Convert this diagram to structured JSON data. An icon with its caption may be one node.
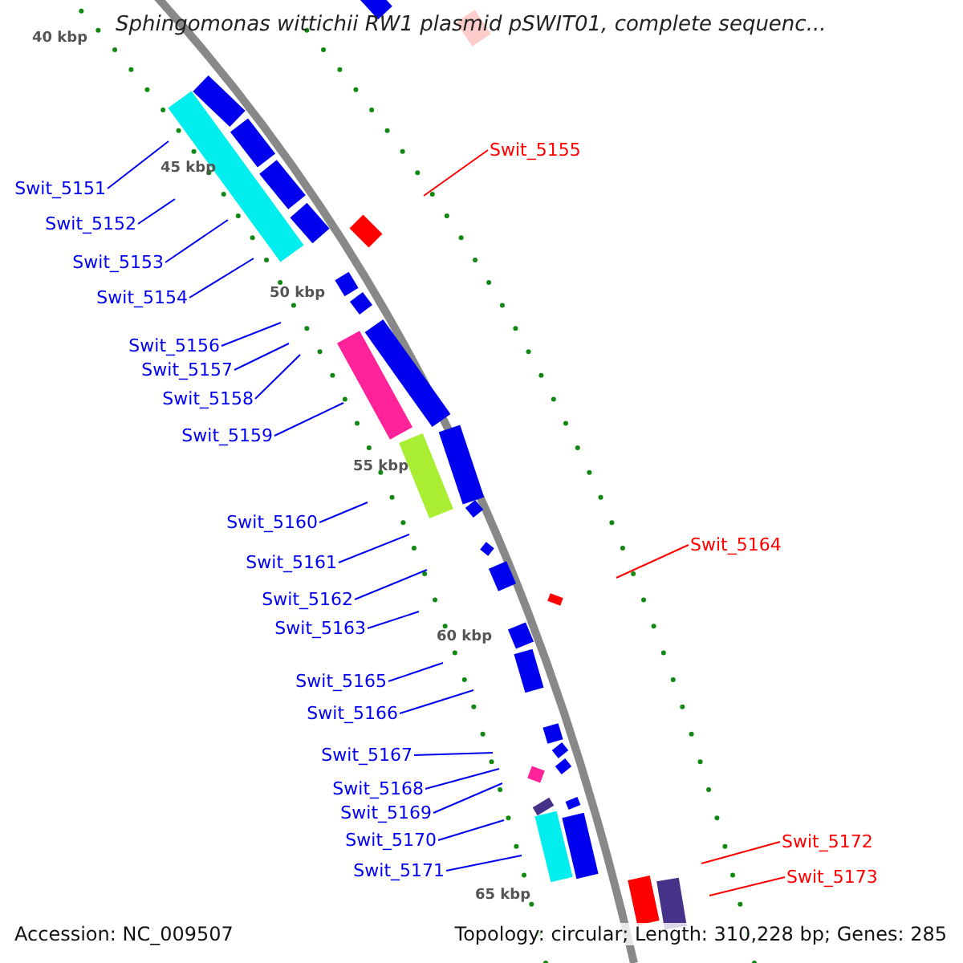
{
  "diagram": {
    "title": "Sphingomonas wittichii RW1 plasmid pSWIT01, complete sequenc...",
    "nodes": [
      {
        "text": [
          "Swit_5151"
        ]
      },
      {
        "text": [
          "Swit_5152"
        ]
      },
      {
        "text": [
          "Swit_5153"
        ]
      },
      {
        "text": [
          "Swit_5154"
        ]
      },
      {
        "text": [
          "Swit_5155"
        ]
      },
      {
        "text": [
          "Swit_5156"
        ]
      },
      {
        "text": [
          "Swit_5157"
        ]
      },
      {
        "text": [
          "Swit_5158"
        ]
      },
      {
        "text": [
          "Swit_5159"
        ]
      },
      {
        "text": [
          "Swit_5160"
        ]
      },
      {
        "text": [
          "Swit_5161"
        ]
      },
      {
        "text": [
          "Swit_5162"
        ]
      },
      {
        "text": [
          "Swit_5163"
        ]
      },
      {
        "text": [
          "Swit_5164"
        ]
      },
      {
        "text": [
          "Swit_5165"
        ]
      },
      {
        "text": [
          "Swit_5166"
        ]
      },
      {
        "text": [
          "Swit_5167"
        ]
      },
      {
        "text": [
          "Swit_5168"
        ]
      },
      {
        "text": [
          "Swit_5169"
        ]
      },
      {
        "text": [
          "Swit_5170"
        ]
      },
      {
        "text": [
          "Swit_5171"
        ]
      },
      {
        "text": [
          "Swit_5172"
        ]
      },
      {
        "text": [
          "Swit_5173"
        ]
      }
    ],
    "edges": [
      {
        "from": 0,
        "to": null,
        "arrow": "none"
      },
      {
        "from": 1,
        "to": null,
        "arrow": "none"
      },
      {
        "from": 2,
        "to": null,
        "arrow": "none"
      },
      {
        "from": 3,
        "to": null,
        "arrow": "none"
      },
      {
        "from": 4,
        "to": null,
        "arrow": "none",
        "color": "#ff0000"
      },
      {
        "from": 5,
        "to": null,
        "arrow": "none"
      },
      {
        "from": 6,
        "to": null,
        "arrow": "none"
      },
      {
        "from": 7,
        "to": null,
        "arrow": "none"
      },
      {
        "from": 8,
        "to": null,
        "arrow": "none"
      },
      {
        "from": 9,
        "to": null,
        "arrow": "none"
      },
      {
        "from": 10,
        "to": null,
        "arrow": "none"
      },
      {
        "from": 11,
        "to": null,
        "arrow": "none"
      },
      {
        "from": 12,
        "to": null,
        "arrow": "none"
      },
      {
        "from": 13,
        "to": null,
        "arrow": "none",
        "color": "#ff0000"
      },
      {
        "from": 14,
        "to": null,
        "arrow": "none"
      },
      {
        "from": 15,
        "to": null,
        "arrow": "none"
      },
      {
        "from": 16,
        "to": null,
        "arrow": "none"
      },
      {
        "from": 17,
        "to": null,
        "arrow": "none"
      },
      {
        "from": 18,
        "to": null,
        "arrow": "none"
      },
      {
        "from": 19,
        "to": null,
        "arrow": "none"
      },
      {
        "from": 20,
        "to": null,
        "arrow": "none"
      },
      {
        "from": 21,
        "to": null,
        "arrow": "none",
        "color": "#ff0000"
      },
      {
        "from": 22,
        "to": null,
        "arrow": "none",
        "color": "#ff0000"
      }
    ],
    "labels": [
      "40 kbp",
      "45 kbp",
      "50 kbp",
      "55 kbp",
      "60 kbp",
      "65 kbp",
      "Accession: NC_009507",
      "Topology: circular; Length: 310,228 bp; Genes: 285"
    ]
  }
}
